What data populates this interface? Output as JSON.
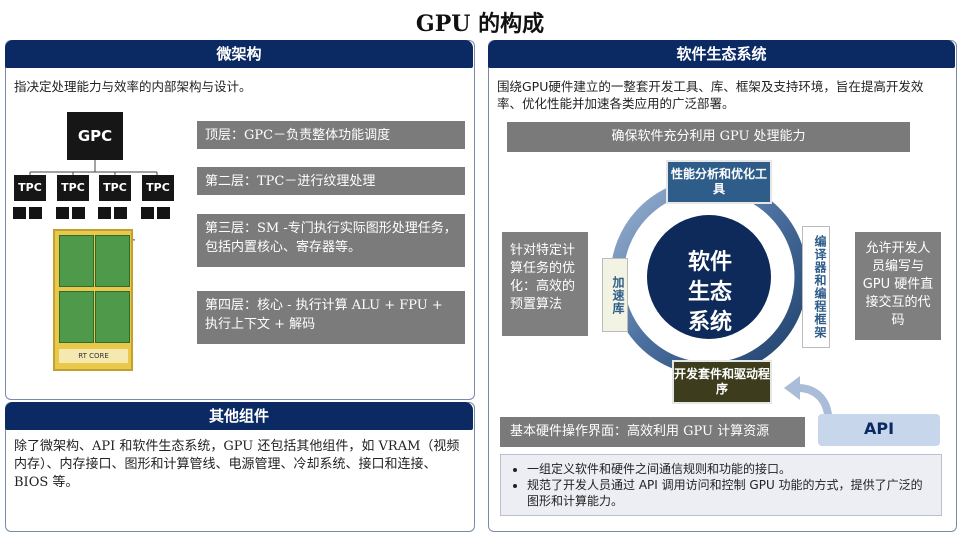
{
  "title": "GPU 的构成",
  "microarch": {
    "header": "微架构",
    "desc": "指决定处理能力与效率的内部架构与设计。",
    "gpc_label": "GPC",
    "tpc_labels": [
      "TPC",
      "TPC",
      "TPC",
      "TPC"
    ],
    "sm_core_label": "RT CORE",
    "layers": [
      {
        "text": "顶层：GPC－负责整体功能调度"
      },
      {
        "text": "第二层：TPC－进行纹理处理"
      },
      {
        "text": "第三层：SM -专门执行实际图形处理任务，包括内置核心、寄存器等。"
      },
      {
        "text": "第四层：核心 - 执行计算 ALU + FPU + 执行上下文 + 解码"
      }
    ]
  },
  "other": {
    "header": "其他组件",
    "desc": "除了微架构、API 和软件生态系统，GPU 还包括其他组件，如 VRAM（视频内存）、内存接口、图形和计算管线、电源管理、冷却系统、接口和连接、BIOS 等。"
  },
  "software": {
    "header": "软件生态系统",
    "desc": "围绕GPU硬件建立的一整套开发工具、库、框架及支持环境，旨在提高开发效率、优化性能并加速各类应用的广泛部署。",
    "top_bar": "确保软件充分利用 GPU 处理能力",
    "center": "软件生态系统",
    "node_top": "性能分析和优化工具",
    "node_right": "编译器和编程框架",
    "node_bottom": "开发套件和驱动程序",
    "node_left": "加速库",
    "left_box": "针对特定计算任务的优化：高效的预置算法",
    "right_box": "允许开发人员编写与 GPU 硬件直接交互的代码",
    "bottom_bar": "基本硬件操作界面：高效利用 GPU 计算资源",
    "api_label": "API",
    "bullets": [
      "一组定义软件和硬件之间通信规则和功能的接口。",
      "规范了开发人员通过 API 调用访问和控制 GPU 功能的方式，提供了广泛的图形和计算能力。"
    ]
  }
}
